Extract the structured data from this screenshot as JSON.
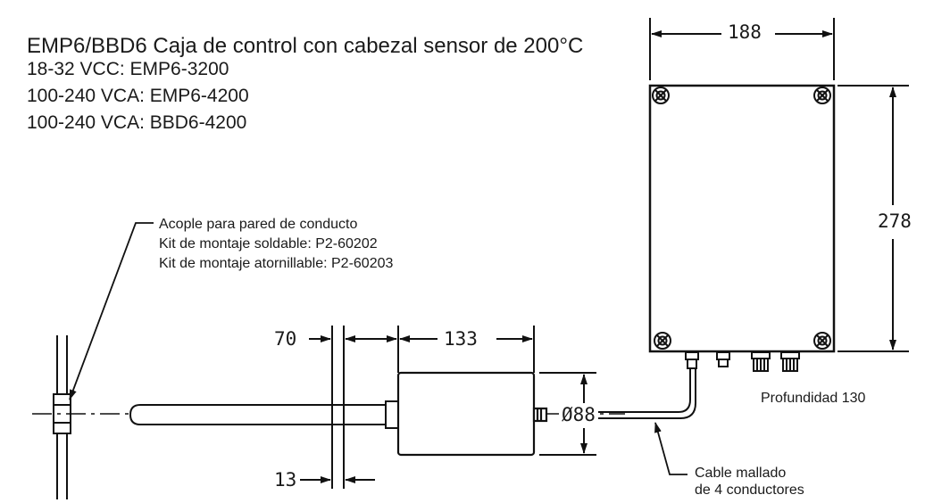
{
  "header": {
    "title": "EMP6/BBD6 Caja de control con cabezal sensor de 200°C",
    "specs": [
      "18-32 VCC: EMP6-3200",
      "100-240 VCA: EMP6-4200",
      "100-240 VCA: BBD6-4200"
    ]
  },
  "duct_coupling": {
    "lines": [
      "Acople para pared de conducto",
      "Kit de montaje soldable: P2-60202",
      "Kit de montaje atornillable: P2-60203"
    ]
  },
  "dimensions": {
    "box_width": "188",
    "box_height": "278",
    "probe_70": "70",
    "probe_133": "133",
    "probe_13": "13",
    "probe_diameter": "Ø88"
  },
  "depth_note": "Profundidad 130",
  "cable_note": [
    "Cable mallado",
    "de 4 conductores"
  ]
}
